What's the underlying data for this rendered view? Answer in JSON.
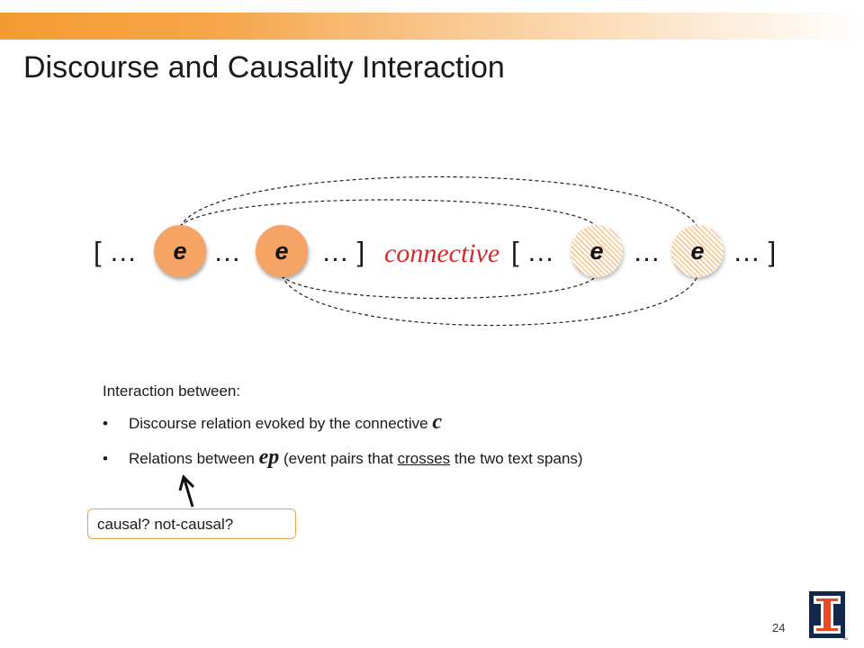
{
  "slide": {
    "title": "Discourse and Causality Interaction",
    "page_number": "24"
  },
  "diagram": {
    "open_bracket_1": "[ …",
    "between_1": "…",
    "close_segment_1": "… ]",
    "connective": "connective",
    "open_bracket_2": "[ …",
    "between_2": "…",
    "close_segment_2": "… ]",
    "event_label": "e",
    "events": [
      {
        "label": "e",
        "style": "solid"
      },
      {
        "label": "e",
        "style": "solid"
      },
      {
        "label": "e",
        "style": "hatched"
      },
      {
        "label": "e",
        "style": "hatched"
      }
    ],
    "colors": {
      "connective": "#d42a2a",
      "event_solid": "#f6a366",
      "event_hatch": "#f5c896"
    }
  },
  "body": {
    "heading": "Interaction between:",
    "bullet_glyph": "•",
    "bullet1_text": "Discourse relation evoked by the connective ",
    "bullet1_var": "c",
    "bullet2_pre": "Relations between ",
    "bullet2_var": "ep",
    "bullet2_mid": " (event pairs that ",
    "bullet2_underlined": "crosses",
    "bullet2_post": " the two text spans)"
  },
  "callout": {
    "text": "causal? not-causal?"
  },
  "logo": {
    "icon": "block-i-logo",
    "letter": "I",
    "trademark": "TM",
    "colors": {
      "navy": "#13294b",
      "orange": "#e84a27"
    }
  }
}
